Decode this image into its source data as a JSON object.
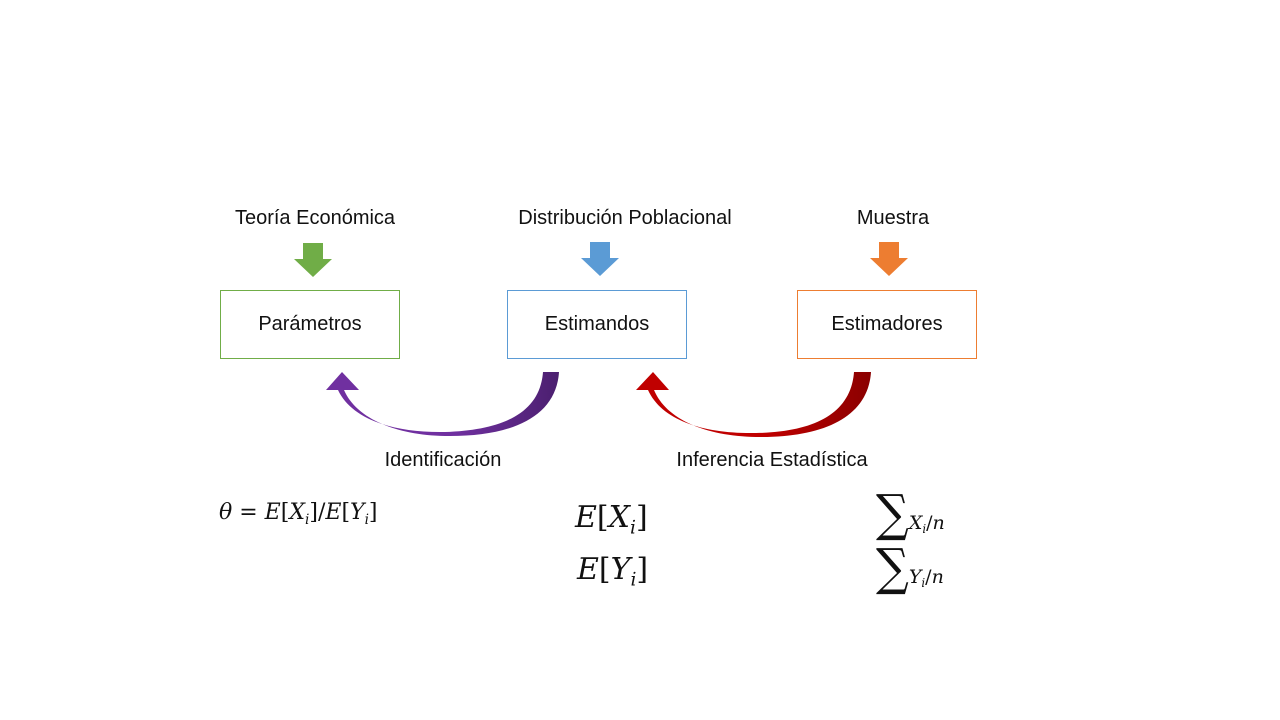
{
  "sources": [
    {
      "text": "Teoría Económica",
      "color": "#70ad47"
    },
    {
      "text": "Distribución Poblacional",
      "color": "#5b9bd5"
    },
    {
      "text": "Muestra",
      "color": "#ed7d31"
    }
  ],
  "boxes": [
    {
      "text": "Parámetros",
      "border": "#70ad47"
    },
    {
      "text": "Estimandos",
      "border": "#5b9bd5"
    },
    {
      "text": "Estimadores",
      "border": "#ed7d31"
    }
  ],
  "arcs": [
    {
      "text": "Identificación",
      "color": "#7030a0"
    },
    {
      "text": "Inferencia Estadística",
      "color": "#c00000"
    }
  ],
  "formulas": {
    "parametro": {
      "theta": "θ",
      "eq": " = ",
      "E1": "E",
      "X": "X",
      "sub1": "i",
      "div": "/",
      "E2": "E",
      "Y": "Y",
      "sub2": "i"
    },
    "estimando_x": {
      "E": "E",
      "X": "X",
      "sub": "i"
    },
    "estimando_y": {
      "E": "E",
      "Y": "Y",
      "sub": "i"
    },
    "estimador_x": {
      "sum": "∑",
      "X": "X",
      "sub": "i",
      "n": "n"
    },
    "estimador_y": {
      "sum": "∑",
      "Y": "Y",
      "sub": "i",
      "n": "n"
    }
  }
}
